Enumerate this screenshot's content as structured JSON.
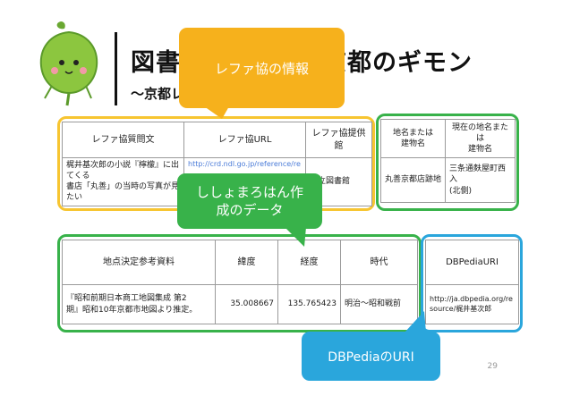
{
  "header": {
    "title_left": "図書",
    "title_right": "京都のギモン",
    "subtitle_left": "～京都レ"
  },
  "table1": {
    "headers": [
      "レファ協質問文",
      "レファ協URL",
      "レファ協提供館"
    ],
    "row": [
      "梶井基次郎の小説『檸檬』に出てくる\n書店「丸善」の当時の写真が見たい",
      "http://crd.ndl.go.jp/reference/re",
      "府立図書館"
    ]
  },
  "table2": {
    "headers": [
      "地名または\n建物名",
      "現在の地名または\n建物名"
    ],
    "row": [
      "丸善京都店跡地",
      "三条通麩屋町西入\n(北側)"
    ]
  },
  "table3": {
    "headers": [
      "地点決定参考資料",
      "緯度",
      "経度",
      "時代"
    ],
    "row": [
      "『昭和前期日本商工地図集成 第2\n期』昭和10年京都市地図より推定。",
      "35.008667",
      "135.765423",
      "明治～昭和戦前"
    ]
  },
  "table4": {
    "headers": [
      "DBPediaURI"
    ],
    "row": [
      "http://ja.dbpedia.org/re\nsource/梶井基次郎"
    ]
  },
  "callouts": {
    "refa": "レファ協の情報",
    "shishomaro": "ししょまろはん作\n成のデータ",
    "dbpedia": "DBPediaのURI"
  },
  "page_number": "29",
  "colors": {
    "yellow": "#f7c531",
    "green": "#38b24a",
    "blue": "#2aa6dc",
    "callout_orange": "#f6b11c",
    "mascot_green": "#8cc63f"
  },
  "icons": {
    "mascot": "ginkgo-leaf-mascot"
  }
}
